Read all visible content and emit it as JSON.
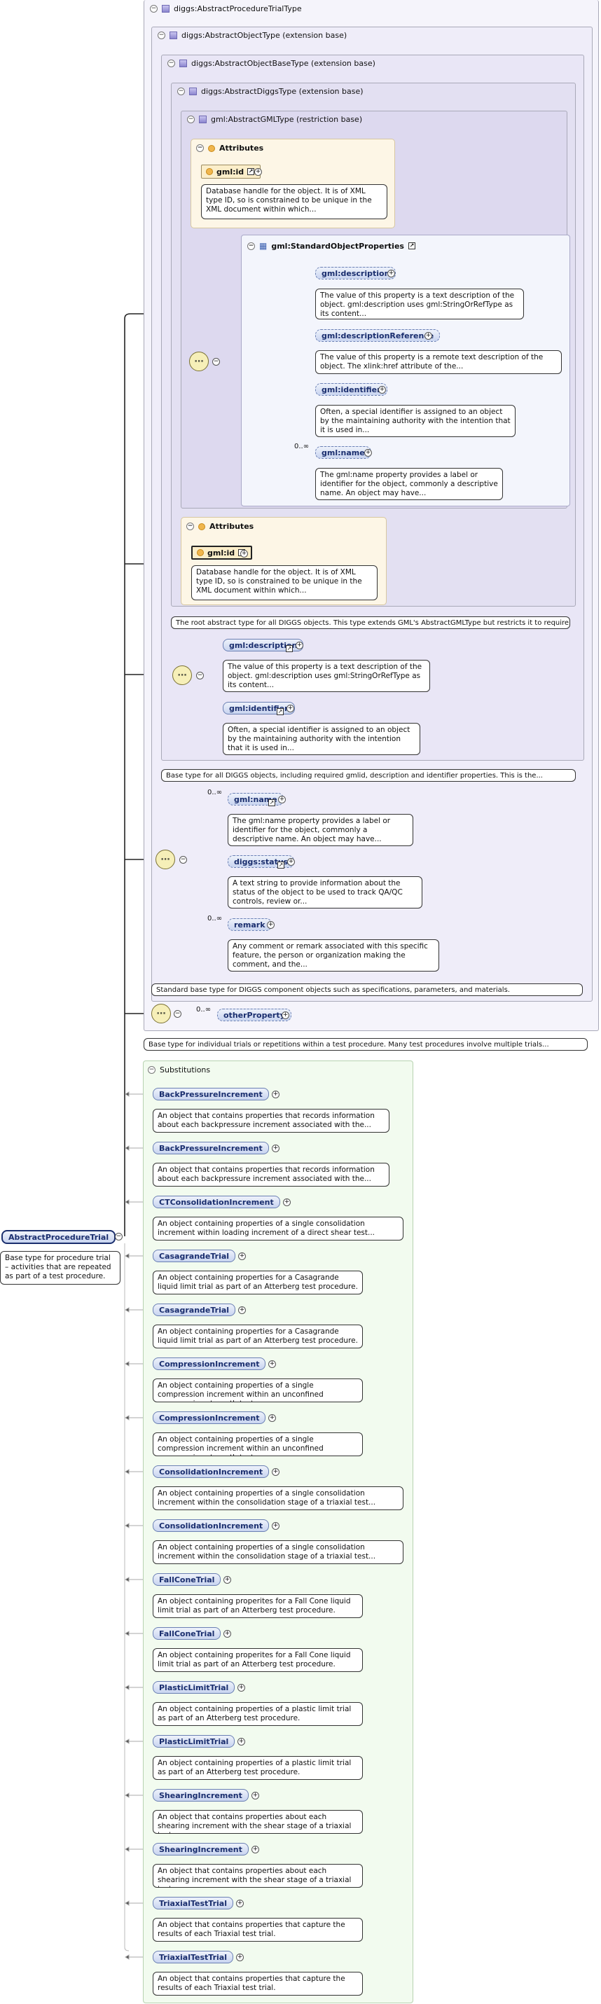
{
  "types": {
    "procedure": "diggs:AbstractProcedureTrialType",
    "object": "diggs:AbstractObjectType (extension base)",
    "object_base": "diggs:AbstractObjectBaseType (extension base)",
    "diggs": "diggs:AbstractDiggsType (extension base)",
    "gml": "gml:AbstractGMLType (restriction base)"
  },
  "attributes_label": "Attributes",
  "gml_id": {
    "label": "gml:id",
    "desc": "Database handle for the object. It is of XML type ID, so is constrained to be unique in the XML document within which..."
  },
  "std_props": "gml:StandardObjectProperties",
  "elements": {
    "description": {
      "label": "gml:description",
      "desc": "The value of this property is a text description of the object. gml:description uses gml:StringOrRefType as its content..."
    },
    "description_ref": {
      "label": "gml:descriptionReference",
      "desc": "The value of this property is a remote text description of the object. The xlink:href attribute of the..."
    },
    "identifier": {
      "label": "gml:identifier",
      "desc": "Often, a special identifier is assigned to an object by the maintaining authority with the intention that it is used in..."
    },
    "name": {
      "label": "gml:name",
      "desc": "The gml:name property provides a label or identifier for the object, commonly a descriptive name. An object may have..."
    },
    "status": {
      "label": "diggs:status",
      "desc": "A text string to provide information about the status of the object to be used to track QA/QC controls, review or..."
    },
    "remark": {
      "label": "remark",
      "desc": "Any comment or remark associated with this specific feature, the person or organization making the comment, and the..."
    },
    "other_property": {
      "label": "otherProperty"
    }
  },
  "multiplicity": "0..∞",
  "type_descs": {
    "diggs": "The root abstract type for all DIGGS objects. This type extends GML's AbstractGMLType but restricts it to require a...",
    "object_base": "Base type for all DIGGS objects, including required gmlid, description and identifier properties. This is the...",
    "object": "Standard base type for DIGGS component objects such as specifications, parameters, and materials.",
    "procedure": "Base type for individual trials or repetitions within a test procedure. Many test procedures involve multiple trials..."
  },
  "root": {
    "label": "AbstractProcedureTrial",
    "desc": "Base type for procedure trial – activities that are repeated as part of a test procedure."
  },
  "substitutions_label": "Substitutions",
  "substitutions": [
    {
      "label": "BackPressureIncrement",
      "desc": "An object that contains properties that records information about each backpressure increment associated with the..."
    },
    {
      "label": "BackPressureIncrement",
      "desc": "An object that contains properties that records information about each backpressure increment associated with the..."
    },
    {
      "label": "CTConsolidationIncrement",
      "desc": "An object containing properties of a single consolidation increment within loading increment of a direct shear test..."
    },
    {
      "label": "CasagrandeTrial",
      "desc": "An object containing properties for a Casagrande liquid limit trial as part of an Atterberg test procedure."
    },
    {
      "label": "CasagrandeTrial",
      "desc": "An object containing properties for a Casagrande liquid limit trial as part of an Atterberg test procedure."
    },
    {
      "label": "CompressionIncrement",
      "desc": "An object containing properties of a single compression increment within an unconfined compressive strength test..."
    },
    {
      "label": "CompressionIncrement",
      "desc": "An object containing properties of a single compression increment within an unconfined compressive strength test..."
    },
    {
      "label": "ConsolidationIncrement",
      "desc": "An object containing properties of a single consolidation increment within the consolidation stage of a triaxial test..."
    },
    {
      "label": "ConsolidationIncrement",
      "desc": "An object containing properties of a single consolidation increment within the consolidation stage of a triaxial test..."
    },
    {
      "label": "FallConeTrial",
      "desc": "An object containing properites for a Fall Cone liquid limit trial as part of an Atterberg test procedure."
    },
    {
      "label": "FallConeTrial",
      "desc": "An object containing properites for a Fall Cone liquid limit trial as part of an Atterberg test procedure."
    },
    {
      "label": "PlasticLimitTrial",
      "desc": "An object containing properties of a plastic limit trial as part of an Atterberg test procedure."
    },
    {
      "label": "PlasticLimitTrial",
      "desc": "An object containing properties of a plastic limit trial as part of an Atterberg test procedure."
    },
    {
      "label": "ShearingIncrement",
      "desc": "An object that contains properties about each shearing increment with the shear stage of a triaxial test..."
    },
    {
      "label": "ShearingIncrement",
      "desc": "An object that contains properties about each shearing increment with the shear stage of a triaxial test..."
    },
    {
      "label": "TriaxialTestTrial",
      "desc": "An object that contains properties that capture the results of each Triaxial test trial."
    },
    {
      "label": "TriaxialTestTrial",
      "desc": "An object that contains properties that capture the results of each Triaxial test trial."
    }
  ]
}
